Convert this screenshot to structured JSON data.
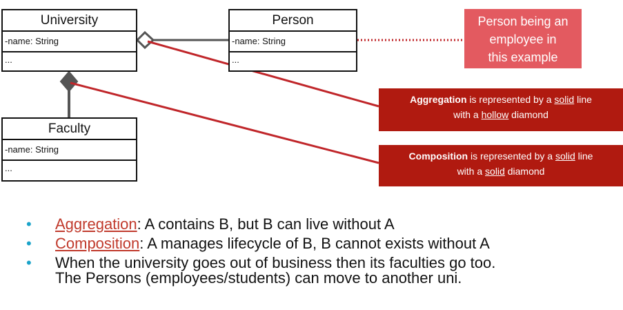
{
  "classes": {
    "university": {
      "name": "University",
      "attr": "-name: String",
      "ops": "..."
    },
    "person": {
      "name": "Person",
      "attr": "-name: String",
      "ops": "..."
    },
    "faculty": {
      "name": "Faculty",
      "attr": "-name: String",
      "ops": "..."
    }
  },
  "notes": {
    "employee": {
      "line1": "Person being an",
      "line2": "employee in",
      "line3": "this example"
    },
    "aggregation": {
      "term": "Aggregation",
      "p1": " is represented by a ",
      "solid": "solid",
      "p2": " line",
      "p3": "with a ",
      "style": "hollow",
      "p4": " diamond"
    },
    "composition": {
      "term": "Composition",
      "p1": " is represented by a ",
      "solid": "solid",
      "p2": " line",
      "p3": "with a ",
      "style": "solid",
      "p4": " diamond"
    }
  },
  "bullets": [
    {
      "term": "Aggregation",
      "text": ": A contains B, but B can live without A"
    },
    {
      "term": "Composition",
      "text": ": A manages lifecycle of B, B cannot exists without A"
    },
    {
      "line1": "When the university goes out of business then its faculties go too.",
      "line2": "The Persons (employees/students) can move to another uni."
    }
  ],
  "colors": {
    "note_pink": "#e35a60",
    "note_red": "#b01a10",
    "connector_gray": "#555555",
    "callout_line": "#c0262a",
    "bullet_dot": "#1aa3c9",
    "term_color": "#c0392b"
  }
}
